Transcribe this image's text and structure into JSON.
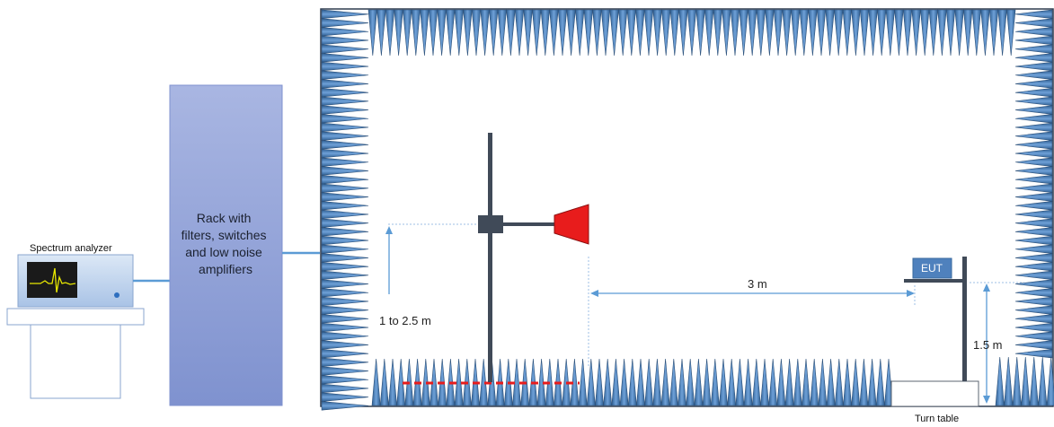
{
  "spectrum_analyzer": {
    "label": "Spectrum analyzer"
  },
  "rack": {
    "label_lines": [
      "Rack with",
      "filters, switches",
      "and low noise",
      "amplifiers"
    ]
  },
  "dimensions": {
    "height_range": "1 to 2.5 m",
    "distance": "3 m",
    "eut_height": "1.5 m"
  },
  "eut": {
    "label": "EUT"
  },
  "turn_table": {
    "label": "Turn table"
  },
  "colors": {
    "absorber": "#4f81bd",
    "rack": "#8e9fd4",
    "antenna_horn": "#e81c1c",
    "mast": "#404a58",
    "eut": "#4f81bd",
    "dimension_line": "#5b9bd5",
    "screen": "#1a1a1a",
    "trace": "#e8e800"
  }
}
